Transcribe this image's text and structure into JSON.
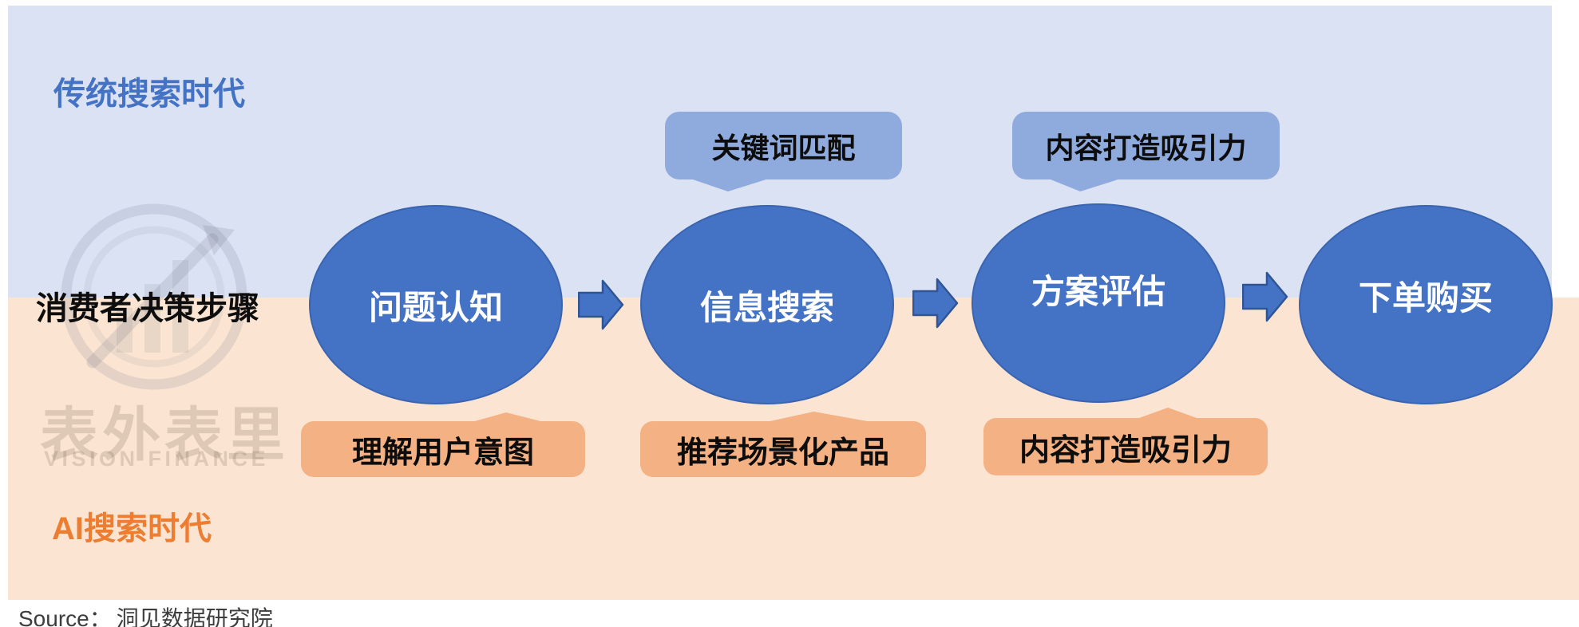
{
  "header": {
    "era_top": "传统搜索时代",
    "era_bottom": "AI搜索时代",
    "axis_label": "消费者决策步骤"
  },
  "steps": [
    {
      "label": "问题认知"
    },
    {
      "label": "信息搜索"
    },
    {
      "label": "方案评估"
    },
    {
      "label": "下单购买"
    }
  ],
  "top_callouts": [
    {
      "label": "关键词匹配"
    },
    {
      "label": "内容打造吸引力"
    }
  ],
  "bottom_callouts": [
    {
      "label": "理解用户意图"
    },
    {
      "label": "推荐场景化产品"
    },
    {
      "label": "内容打造吸引力"
    }
  ],
  "watermark": {
    "cjk": "表外表里",
    "latin": "VISION FINANCE"
  },
  "source": {
    "label": "Source：",
    "value": "洞见数据研究院"
  },
  "colors": {
    "panel_top": "#dbe2f3",
    "panel_bottom": "#fbe5d2",
    "step_fill": "#4472c4",
    "step_text": "#ffffff",
    "top_callout_fill": "#8faadc",
    "bottom_callout_fill": "#f4b183",
    "era_top_text": "#4472c4",
    "era_bottom_text": "#ed7d31",
    "arrow_fill": "#4472c4",
    "arrow_border": "#2f5597",
    "callout_text": "#0d0d0d"
  }
}
